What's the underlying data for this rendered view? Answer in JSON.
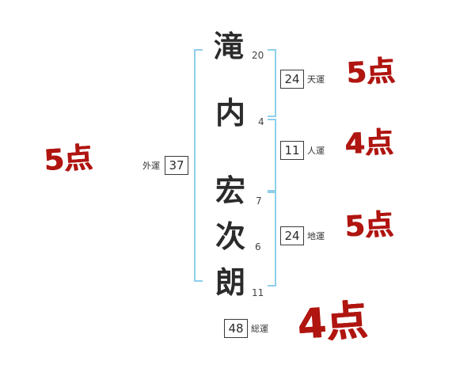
{
  "name": {
    "chars": [
      {
        "char": "滝",
        "strokes": "20"
      },
      {
        "char": "内",
        "strokes": "4"
      },
      {
        "char": "宏",
        "strokes": "7"
      },
      {
        "char": "次",
        "strokes": "6"
      },
      {
        "char": "朗",
        "strokes": "11"
      }
    ]
  },
  "fortunes": {
    "gaiun": {
      "label": "外運",
      "value": "37",
      "score": "5点"
    },
    "tenun": {
      "label": "天運",
      "value": "24",
      "score": "5点"
    },
    "jinun": {
      "label": "人運",
      "value": "11",
      "score": "4点"
    },
    "chiun": {
      "label": "地運",
      "value": "24",
      "score": "5点"
    },
    "souun": {
      "label": "総運",
      "value": "48",
      "score": "4点"
    }
  },
  "colors": {
    "score_red": "#b01510",
    "bracket_blue": "#8fcfec",
    "text_black": "#2b2b2b"
  }
}
